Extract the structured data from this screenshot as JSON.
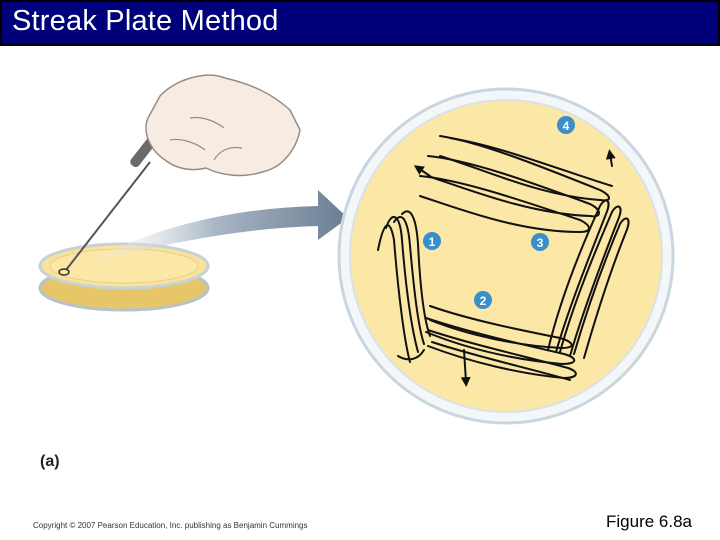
{
  "title": "Streak Plate Method",
  "panel_label": "(a)",
  "copyright": "Copyright © 2007 Pearson Education, Inc. publishing as Benjamin Cummings",
  "figure_ref": "Figure 6.8a",
  "steps": [
    "1",
    "2",
    "3",
    "4"
  ],
  "colors": {
    "title_bg": "#00007a",
    "agar": "#fbe7a6",
    "plate_rim": "#c9d6de",
    "step_badge": "#3a8ec9"
  }
}
